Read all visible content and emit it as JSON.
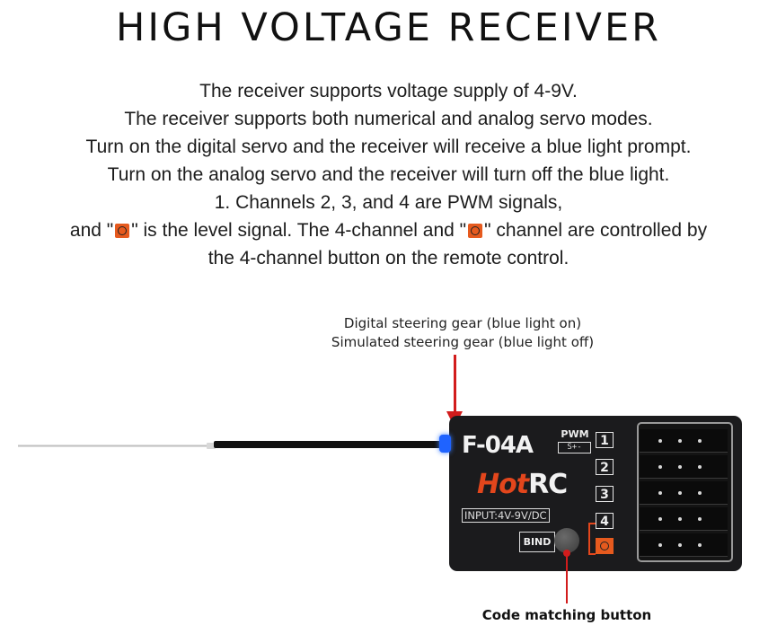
{
  "title": "HIGH VOLTAGE RECEIVER",
  "description": {
    "line1": "The receiver supports voltage supply of 4-9V.",
    "line2": "The receiver supports both numerical and analog servo modes.",
    "line3": "Turn on the digital servo and the receiver will receive a blue light prompt.",
    "line4": "Turn on the analog servo and the receiver will turn off the blue light.",
    "line5": "1. Channels 2, 3, and 4 are PWM signals,",
    "line6_a": "and \"",
    "line6_b": "\" is the level signal. The 4-channel and \"",
    "line6_c": "\" channel are controlled by",
    "line7": "the 4-channel button on the remote control."
  },
  "callouts": {
    "digital": "Digital steering gear (blue light on)",
    "simulated": "Simulated steering gear (blue light off)",
    "code_button": "Code matching button"
  },
  "receiver": {
    "model": "F-04A",
    "pwm_label": "PWM",
    "signal_label": "S+-",
    "brand_hot": "Hot",
    "brand_rc": "RC",
    "input_label": "INPUT:4V-9V/DC",
    "bind_label": "BIND",
    "channels": [
      "1",
      "2",
      "3",
      "4"
    ]
  },
  "icons": {
    "level_signal": "power-level-icon"
  },
  "colors": {
    "accent_red": "#d21c1c",
    "brand_orange": "#e3461c",
    "led_blue": "#1f63ff",
    "receiver_body": "#1b1b1d"
  }
}
